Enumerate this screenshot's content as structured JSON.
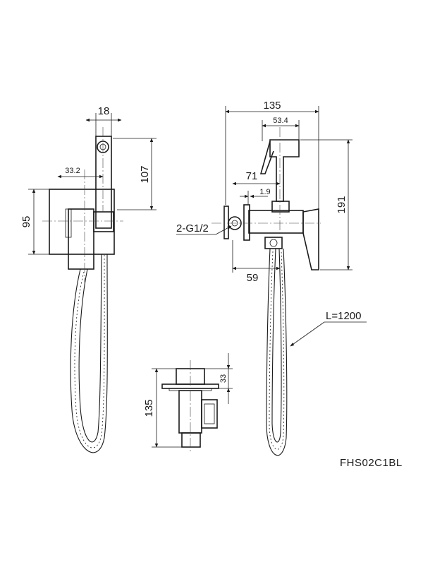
{
  "dimensions": {
    "side_width": "18",
    "side_offset": "33.2",
    "side_height_top": "107",
    "side_plate": "95",
    "front_width": "135",
    "front_head": "53.4",
    "front_depth": "71",
    "front_gap": "1.9",
    "thread": "2-G1/2",
    "front_total_height": "191",
    "front_bottom": "59",
    "hose_length": "L=1200",
    "valve_height": "135",
    "valve_top": "33"
  },
  "product_code": "FHS02C1BL"
}
